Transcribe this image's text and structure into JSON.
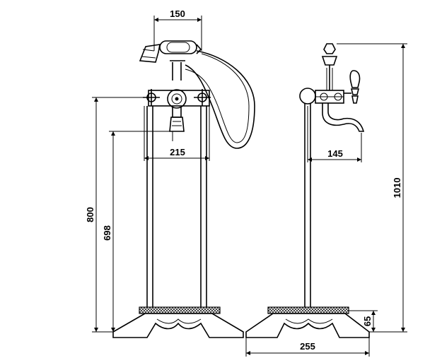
{
  "dimensions": {
    "top_width": "150",
    "inlet_spacing": "215",
    "total_height_front": "800",
    "spout_height": "698",
    "side_reach": "145",
    "total_height_side": "1010",
    "base_height": "65",
    "base_width": "255"
  },
  "colors": {
    "ink": "#000000",
    "paper": "#ffffff"
  }
}
